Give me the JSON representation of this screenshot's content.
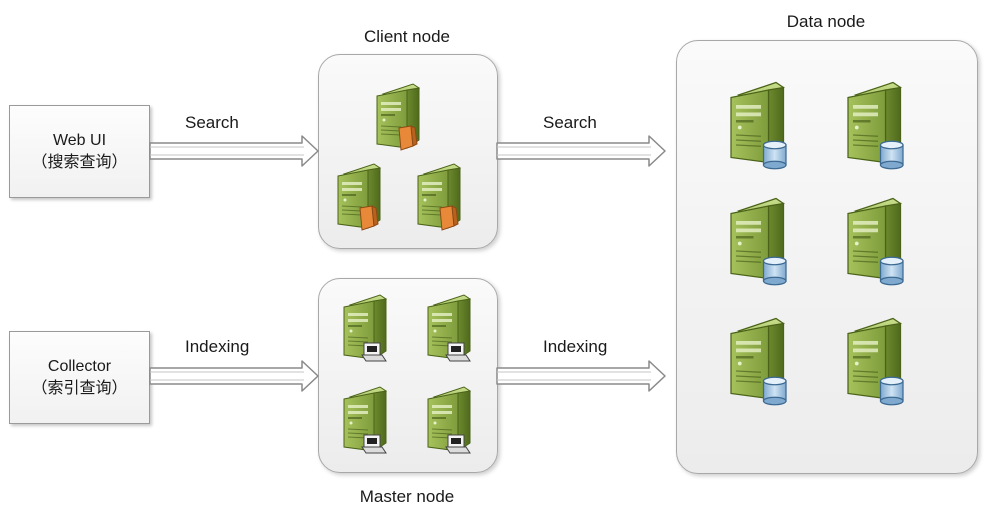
{
  "sources": {
    "webui": {
      "line1": "Web UI",
      "line2": "（搜索查询）"
    },
    "collector": {
      "line1": "Collector",
      "line2": "（索引查询）"
    }
  },
  "flows": {
    "search_in": "Search",
    "search_out": "Search",
    "indexing_in": "Indexing",
    "indexing_out": "Indexing"
  },
  "nodes": {
    "client": {
      "title": "Client node",
      "server_count": 3,
      "server_icon": "client-server-icon"
    },
    "master": {
      "title": "Master node",
      "server_count": 4,
      "server_icon": "master-server-icon"
    },
    "data": {
      "title": "Data node",
      "server_count": 6,
      "server_icon": "data-server-icon"
    }
  },
  "colors": {
    "server_body": "#8aa64a",
    "server_dark": "#5c7a24",
    "client_accent": "#e8893a",
    "data_accent": "#9fc3e0",
    "arrow_fill": "#ffffff",
    "arrow_stroke": "#8a8a8a"
  }
}
